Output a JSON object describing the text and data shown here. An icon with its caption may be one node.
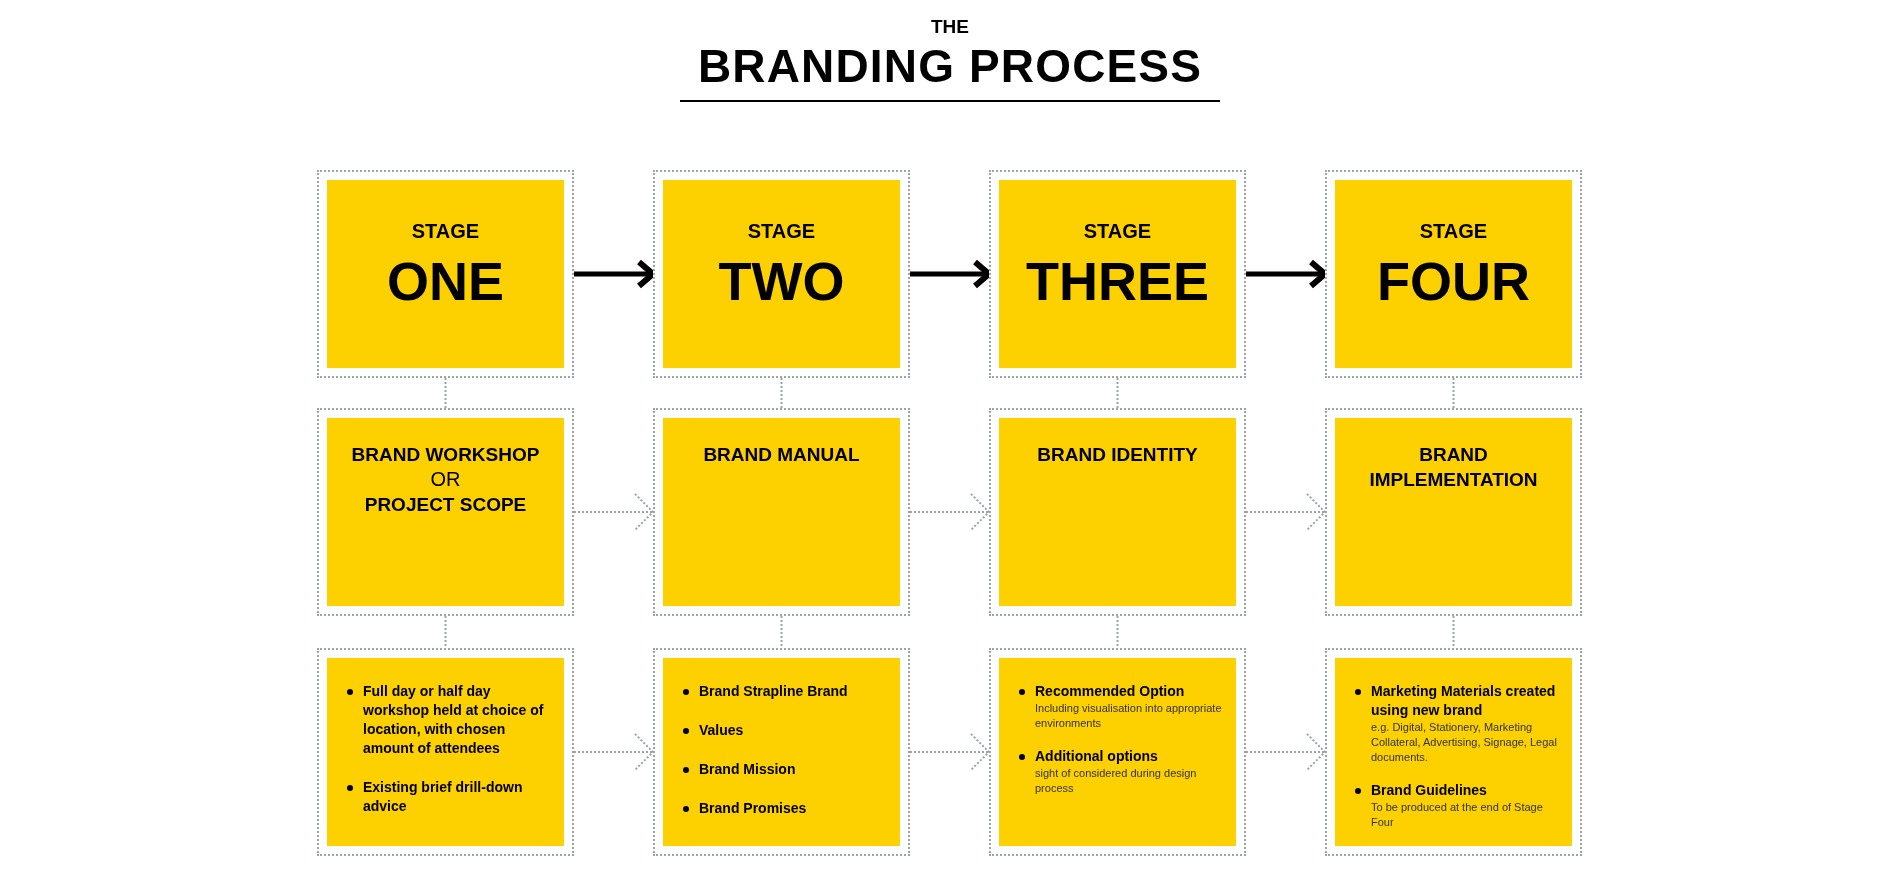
{
  "diagram": {
    "title": "THE BRANDING PROCESS",
    "nodes": [
      {
        "text": [
          "STAGE",
          "ONE"
        ]
      },
      {
        "text": [
          "STAGE",
          "TWO"
        ]
      },
      {
        "text": [
          "STAGE",
          "THREE"
        ]
      },
      {
        "text": [
          "STAGE",
          "FOUR"
        ]
      },
      {
        "text": [
          "BRAND WORKSHOP",
          "OR",
          "PROJECT SCOPE"
        ]
      },
      {
        "text": [
          "BRAND MANUAL"
        ]
      },
      {
        "text": [
          "BRAND IDENTITY"
        ]
      },
      {
        "text": [
          "BRAND IMPLEMENTATION"
        ]
      },
      {
        "text": [
          "Full day or half day workshop held at choice of location, with chosen amount of attendees",
          "Existing brief drill-down advice"
        ]
      },
      {
        "text": [
          "Brand Strapline Brand",
          "Values",
          "Brand Mission",
          "Brand Promises"
        ]
      },
      {
        "text": [
          "Recommended Option",
          "Including visualisation into appropriate environments",
          "Additional options",
          "sight of considered during design process"
        ]
      },
      {
        "text": [
          "Marketing Materials created using new brand",
          "e.g. Digital, Stationery, Marketing Collateral, Advertising, Signage, Legal documents.",
          "Brand Guidelines",
          "To be produced at the end of Stage Four"
        ]
      }
    ],
    "edges": [
      {
        "from": 0,
        "to": 1,
        "arrow": "to",
        "style": "thick",
        "color": "#000000"
      },
      {
        "from": 1,
        "to": 2,
        "arrow": "to",
        "style": "thick",
        "color": "#000000"
      },
      {
        "from": 2,
        "to": 3,
        "arrow": "to",
        "style": "thick",
        "color": "#000000"
      },
      {
        "from": 0,
        "to": 4,
        "arrow": "none",
        "style": "dashed"
      },
      {
        "from": 1,
        "to": 5,
        "arrow": "none",
        "style": "dashed"
      },
      {
        "from": 2,
        "to": 6,
        "arrow": "none",
        "style": "dashed"
      },
      {
        "from": 3,
        "to": 7,
        "arrow": "none",
        "style": "dashed"
      },
      {
        "from": 4,
        "to": 8,
        "arrow": "none",
        "style": "dashed"
      },
      {
        "from": 5,
        "to": 9,
        "arrow": "none",
        "style": "dashed"
      },
      {
        "from": 6,
        "to": 10,
        "arrow": "none",
        "style": "dashed"
      },
      {
        "from": 7,
        "to": 11,
        "arrow": "none",
        "style": "dashed"
      },
      {
        "from": 4,
        "to": 5,
        "arrow": "to",
        "style": "dashed"
      },
      {
        "from": 5,
        "to": 6,
        "arrow": "to",
        "style": "dashed"
      },
      {
        "from": 6,
        "to": 7,
        "arrow": "to",
        "style": "dashed"
      },
      {
        "from": 8,
        "to": 9,
        "arrow": "to",
        "style": "dashed"
      },
      {
        "from": 9,
        "to": 10,
        "arrow": "to",
        "style": "dashed"
      },
      {
        "from": 10,
        "to": 11,
        "arrow": "to",
        "style": "dashed"
      }
    ]
  }
}
